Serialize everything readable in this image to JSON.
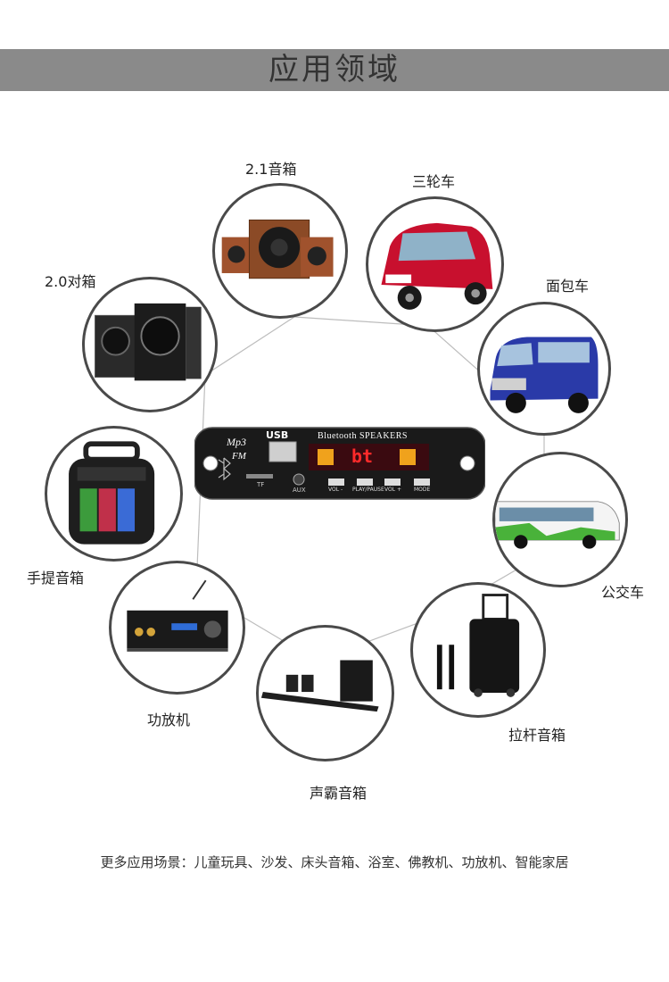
{
  "header": {
    "title": "应用领域"
  },
  "module": {
    "mp3_label": "Mp3",
    "fm_label": "FM",
    "usb_label": "USB",
    "tf_label": "TF",
    "aux_label": "AUX",
    "brand_text": "Bluetooth SPEAKERS",
    "display_text": "bt",
    "buttons": [
      "VOL -",
      "PLAY/PAUSE",
      "VOL +",
      "MODE"
    ]
  },
  "applications": {
    "speaker_21": "2.1音箱",
    "tricycle": "三轮车",
    "speaker_20": "2.0对箱",
    "van": "面包车",
    "portable_speaker": "手提音箱",
    "bus": "公交车",
    "amplifier": "功放机",
    "trolley_speaker": "拉杆音箱",
    "soundbar": "声霸音箱"
  },
  "footer": {
    "text": "更多应用场景：儿童玩具、沙发、床头音箱、浴室、佛教机、功放机、智能家居"
  }
}
